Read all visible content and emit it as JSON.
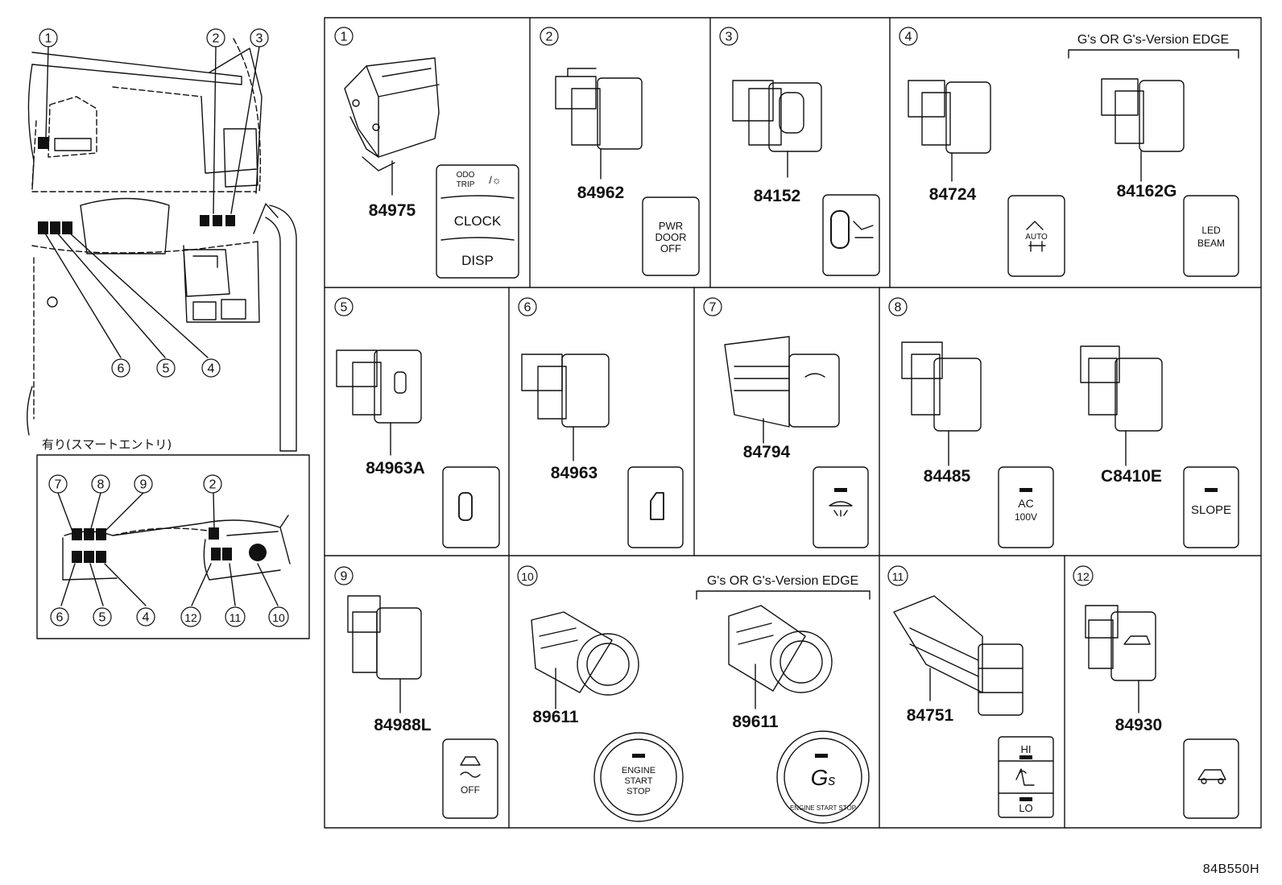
{
  "figure_code": "84B550H",
  "overview": {
    "callouts": [
      "1",
      "2",
      "3",
      "4",
      "5",
      "6"
    ]
  },
  "inset": {
    "title": "有り(スマートエントリ)",
    "callouts": [
      "7",
      "8",
      "9",
      "2",
      "6",
      "5",
      "4",
      "12",
      "11",
      "10"
    ]
  },
  "panels": [
    {
      "num": "1",
      "parts": [
        "84975"
      ],
      "face": [
        "ODO",
        "TRIP",
        "CLOCK",
        "DISP"
      ]
    },
    {
      "num": "2",
      "parts": [
        "84962"
      ],
      "face": [
        "PWR",
        "DOOR",
        "OFF"
      ]
    },
    {
      "num": "3",
      "parts": [
        "84152"
      ],
      "face": []
    },
    {
      "num": "4",
      "variant": "G's OR G's-Version EDGE",
      "parts": [
        "84724",
        "84162G"
      ],
      "face": [
        "AUTO",
        "LED",
        "BEAM"
      ]
    },
    {
      "num": "5",
      "parts": [
        "84963A"
      ],
      "face": []
    },
    {
      "num": "6",
      "parts": [
        "84963"
      ],
      "face": []
    },
    {
      "num": "7",
      "parts": [
        "84794"
      ],
      "face": []
    },
    {
      "num": "8",
      "parts": [
        "84485",
        "C8410E"
      ],
      "face": [
        "AC",
        "100V",
        "SLOPE"
      ]
    },
    {
      "num": "9",
      "parts": [
        "84988L"
      ],
      "face": [
        "OFF"
      ]
    },
    {
      "num": "10",
      "variant": "G's OR G's-Version EDGE",
      "parts": [
        "89611",
        "89611"
      ],
      "face": [
        "ENGINE",
        "START",
        "STOP",
        "ENGINE START STOP"
      ]
    },
    {
      "num": "11",
      "parts": [
        "84751"
      ],
      "face": [
        "HI",
        "LO"
      ]
    },
    {
      "num": "12",
      "parts": [
        "84930"
      ],
      "face": []
    }
  ]
}
